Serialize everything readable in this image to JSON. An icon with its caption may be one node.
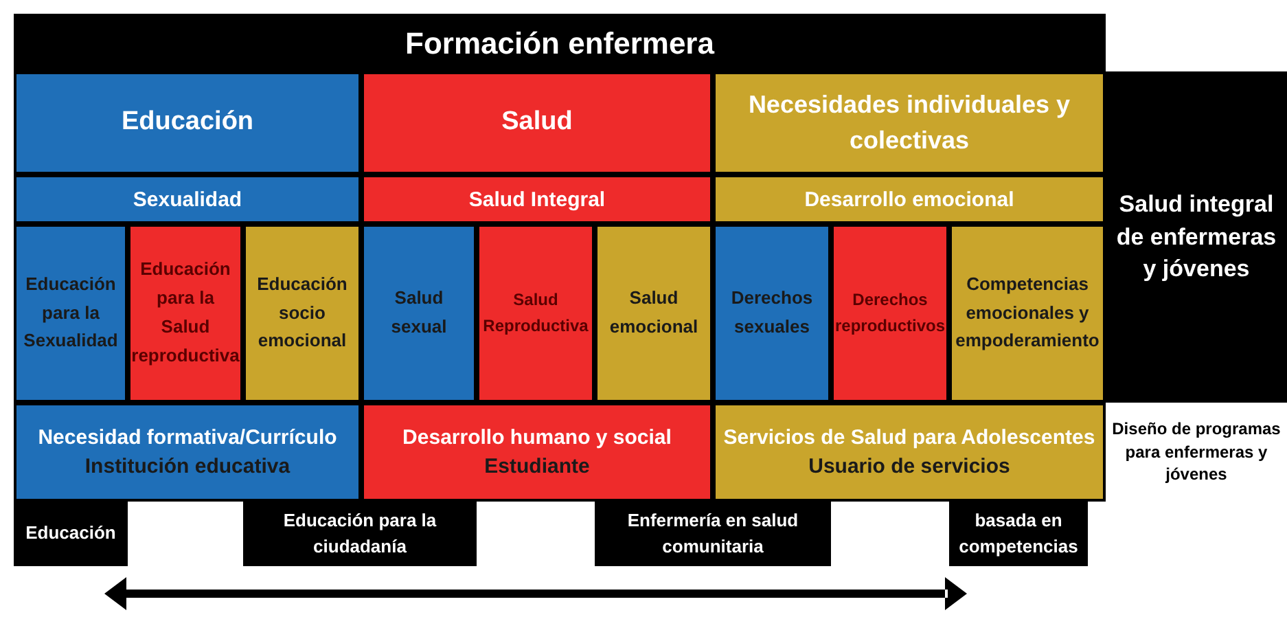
{
  "diagram": {
    "title": "Formación enfermera",
    "nodes": [
      {
        "text": [
          "Educación"
        ]
      },
      {
        "text": [
          "Salud"
        ]
      },
      {
        "text": [
          "Necesidades individuales y colectivas"
        ]
      },
      {
        "text": [
          "Salud integral de enfermeras y jóvenes"
        ]
      },
      {
        "text": [
          "Sexualidad"
        ]
      },
      {
        "text": [
          "Salud Integral"
        ]
      },
      {
        "text": [
          "Desarrollo emocional"
        ]
      },
      {
        "text": [
          "Educación para la Sexualidad"
        ]
      },
      {
        "text": [
          "Educación para la Salud reproductiva"
        ]
      },
      {
        "text": [
          "Educación socio emocional"
        ]
      },
      {
        "text": [
          "Salud sexual"
        ]
      },
      {
        "text": [
          "Salud Reproductiva"
        ]
      },
      {
        "text": [
          "Salud emocional"
        ]
      },
      {
        "text": [
          "Derechos sexuales"
        ]
      },
      {
        "text": [
          "Derechos reproductivos"
        ]
      },
      {
        "text": [
          "Competencias emocionales y empoderamiento"
        ]
      },
      {
        "text": [
          "Necesidad formativa/Currículo",
          "Institución educativa"
        ]
      },
      {
        "text": [
          "Desarrollo humano y social",
          "Estudiante"
        ]
      },
      {
        "text": [
          "Servicios de Salud para Adolescentes",
          "Usuario de servicios"
        ]
      },
      {
        "text": [
          "Diseño de programas para enfermeras y jóvenes"
        ]
      },
      {
        "text": [
          "Educación"
        ]
      },
      {
        "text": [
          "Educación para la ciudadanía"
        ]
      },
      {
        "text": [
          "Enfermería en salud comunitaria"
        ]
      },
      {
        "text": [
          "basada en competencias"
        ]
      }
    ],
    "edges": []
  }
}
